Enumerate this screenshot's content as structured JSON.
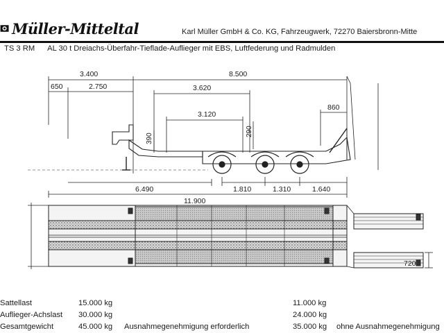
{
  "header": {
    "brand": "Müller-Mitteltal",
    "company_line": "Karl Müller GmbH & Co. KG, Fahrzeugwerk, 72270 Baiersbronn-Mitte",
    "model": "TS 3 RM",
    "description": "AL 30 t Dreiachs-Überfahr-Tieflade-Auflieger mit EBS, Luftfederung und Radmulden"
  },
  "dimensions": {
    "top_3400": "3.400",
    "top_8500": "8.500",
    "d650": "650",
    "d2750": "2.750",
    "d3620": "3.620",
    "d3120": "3.120",
    "d860": "860",
    "d390": "390",
    "d290": "290",
    "d6490": "6.490",
    "d1810": "1.810",
    "d1310": "1.310",
    "d1640": "1.640",
    "d11900": "11.900",
    "d720": "720"
  },
  "specs": {
    "rows": [
      {
        "label": "Sattellast",
        "value_a": "15.000 kg",
        "note_a": "",
        "value_b": "11.000 kg",
        "note_b": ""
      },
      {
        "label": "Auflieger-Achslast",
        "value_a": "30.000 kg",
        "note_a": "",
        "value_b": "24.000 kg",
        "note_b": ""
      },
      {
        "label": "Gesamtgewicht",
        "value_a": "45.000 kg",
        "note_a": "Ausnahmegenehmigung erforderlich",
        "value_b": "35.000 kg",
        "note_b": "ohne Ausnahmegenehmigung"
      }
    ]
  }
}
